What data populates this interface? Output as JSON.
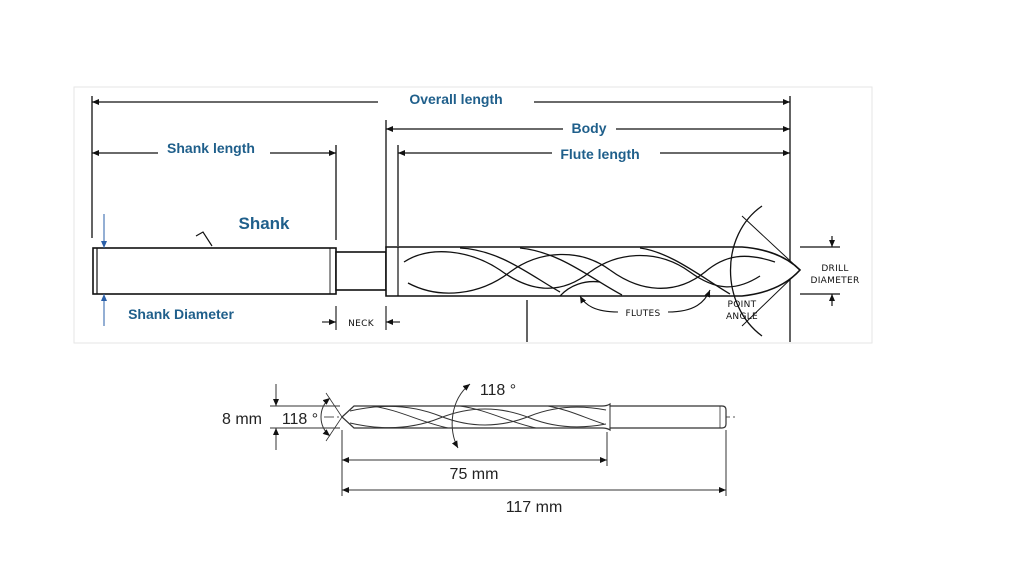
{
  "top_diagram": {
    "overall_length": "Overall length",
    "body": "Body",
    "shank_length": "Shank length",
    "flute_length": "Flute length",
    "shank": "Shank",
    "shank_diameter": "Shank Diameter",
    "neck": "NECK",
    "flutes": "FLUTES",
    "point_angle_1": "POINT",
    "point_angle_2": "ANGLE",
    "drill_diameter_1": "DRILL",
    "drill_diameter_2": "DIAMETER"
  },
  "bottom_diagram": {
    "diameter": "8 mm",
    "point_angle_left": "118 °",
    "point_angle_top": "118 °",
    "flute_length": "75 mm",
    "overall_length": "117 mm"
  },
  "colors": {
    "label_blue": "#1f5f8b",
    "line": "#111111"
  }
}
